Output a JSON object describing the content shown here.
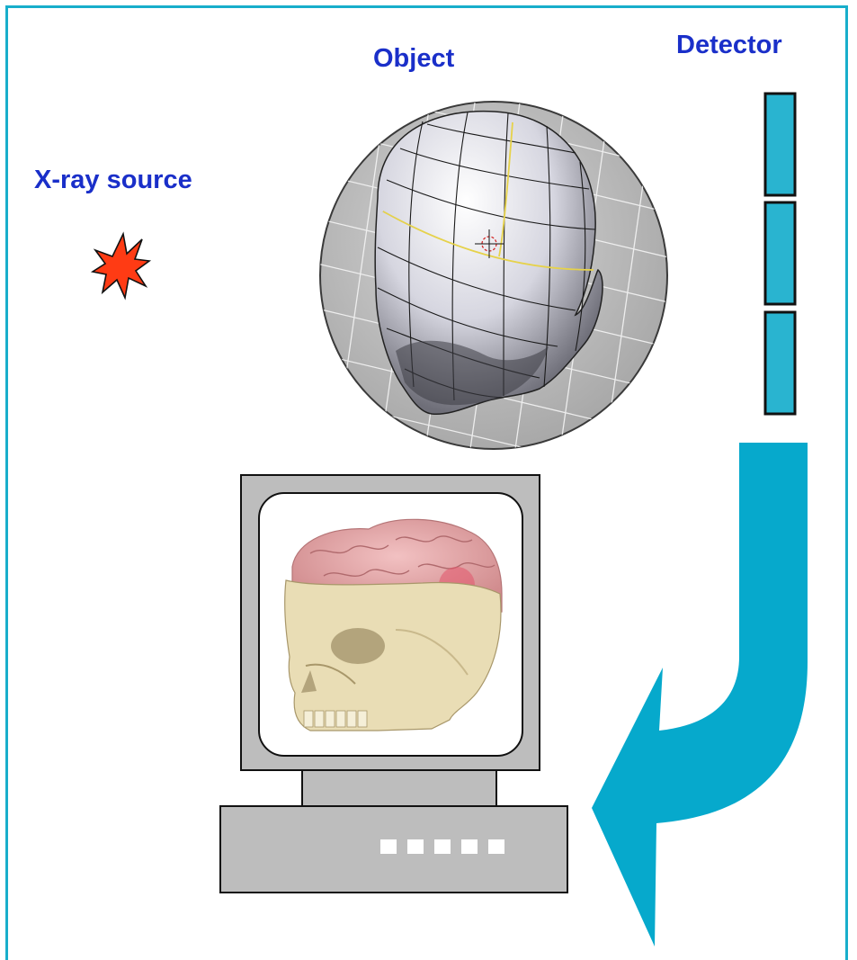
{
  "labels": {
    "xray_source": "X-ray source",
    "object": "Object",
    "detector": "Detector"
  },
  "colors": {
    "frame_border": "#18aecb",
    "label_text": "#1a2fc9",
    "detector_fill": "#29b4d0",
    "arrow_fill": "#06a9cc",
    "burst_fill": "#ff3b14",
    "computer_gray": "#bdbdbd"
  },
  "icons": {
    "source": "explosion-burst-icon",
    "object": "wireframe-head-icon",
    "screen_image": "skull-brain-icon",
    "flow": "curved-arrow-icon"
  },
  "detector_cells": 3,
  "computer_buttons": 5
}
